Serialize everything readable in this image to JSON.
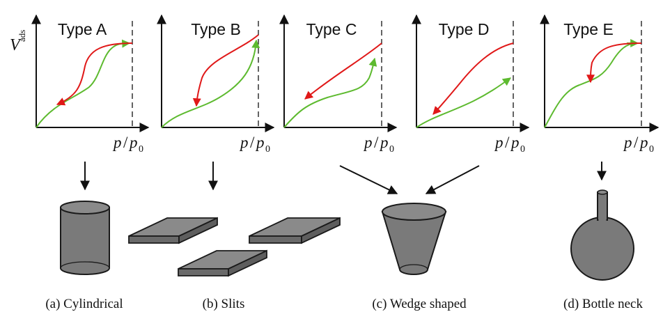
{
  "yaxis": {
    "symbol": "V",
    "subscript": "ads"
  },
  "xaxis": {
    "p": "p",
    "slash": "/",
    "p0": "p",
    "p0_sub": "0"
  },
  "panels": [
    {
      "id": "a",
      "title": "Type A"
    },
    {
      "id": "b",
      "title": "Type B"
    },
    {
      "id": "c",
      "title": "Type C"
    },
    {
      "id": "d",
      "title": "Type D"
    },
    {
      "id": "e",
      "title": "Type E"
    }
  ],
  "shapes": {
    "cylindrical": "(a) Cylindrical",
    "slits": "(b) Slits",
    "wedge": "(c) Wedge shaped",
    "bottle": "(d) Bottle neck"
  },
  "colors": {
    "adsorption": "#5dba2f",
    "desorption": "#e01818",
    "axis": "#111111",
    "solid_fill": "#7a7a7a",
    "solid_stroke": "#1a1a1a"
  }
}
